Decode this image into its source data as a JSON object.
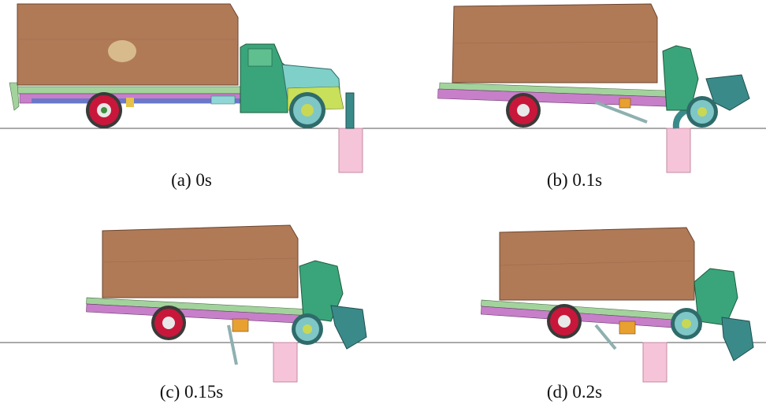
{
  "panels": [
    {
      "caption": "(a) 0s"
    },
    {
      "caption": "(b) 0.1s"
    },
    {
      "caption": "(c) 0.15s"
    },
    {
      "caption": "(d) 0.2s"
    }
  ],
  "colors": {
    "cargo_box": "#b07a57",
    "cab": "#3aa57a",
    "fender": "#7fd0c8",
    "frame_top": "#a3d39c",
    "frame_bottom": "#c77fc9",
    "chassis": "#6a78c8",
    "wheel_rim": "#c8173a",
    "wheel_tire": "#3a3a3a",
    "front_wheel": "#3e8f8f",
    "pole": "#3b8a8a",
    "foundation": "#f6c4d8",
    "ground": "#555555"
  }
}
